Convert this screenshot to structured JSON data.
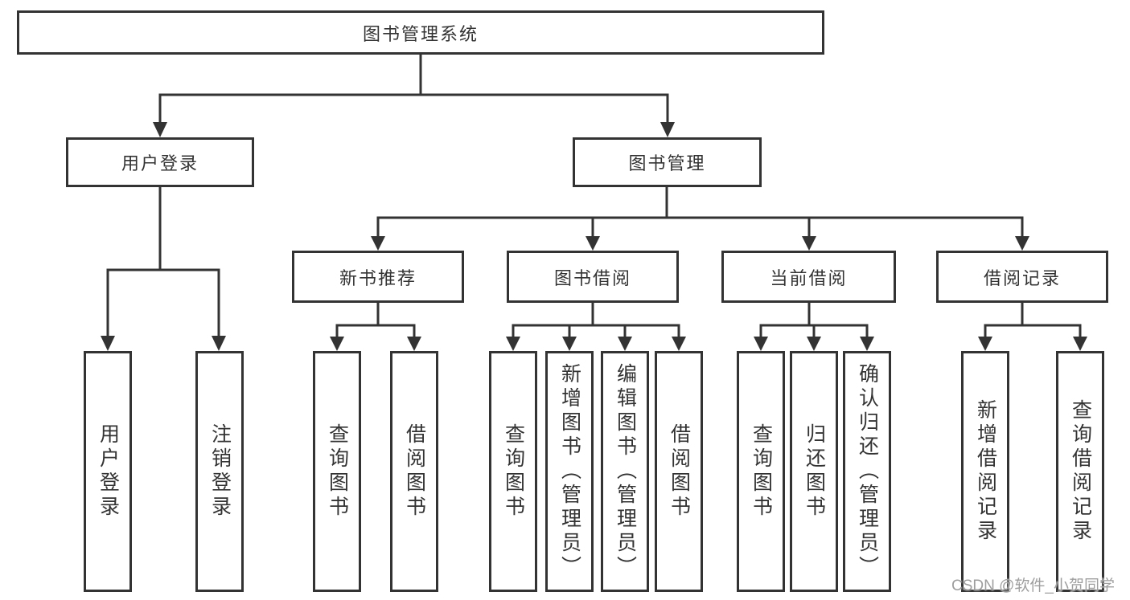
{
  "colors": {
    "line": "#333333",
    "box_border": "#333333",
    "box_background": "#ffffff",
    "text": "#333333",
    "watermark": "#9e9e9e",
    "page_background": "#ffffff"
  },
  "watermark": {
    "text": "CSDN @软件_小贺同学"
  },
  "tree": {
    "label": "图书管理系统",
    "children": [
      {
        "label": "用户登录",
        "children": [
          {
            "label": "用户登录"
          },
          {
            "label": "注销登录"
          }
        ]
      },
      {
        "label": "图书管理",
        "children": [
          {
            "label": "新书推荐",
            "children": [
              {
                "label": "查询图书"
              },
              {
                "label": "借阅图书"
              }
            ]
          },
          {
            "label": "图书借阅",
            "children": [
              {
                "label": "查询图书"
              },
              {
                "label": "新增图书（管理员）"
              },
              {
                "label": "编辑图书（管理员）"
              },
              {
                "label": "借阅图书"
              }
            ]
          },
          {
            "label": "当前借阅",
            "children": [
              {
                "label": "查询图书"
              },
              {
                "label": "归还图书"
              },
              {
                "label": "确认归还（管理员）"
              }
            ]
          },
          {
            "label": "借阅记录",
            "children": [
              {
                "label": "新增借阅记录"
              },
              {
                "label": "查询借阅记录"
              }
            ]
          }
        ]
      }
    ]
  }
}
